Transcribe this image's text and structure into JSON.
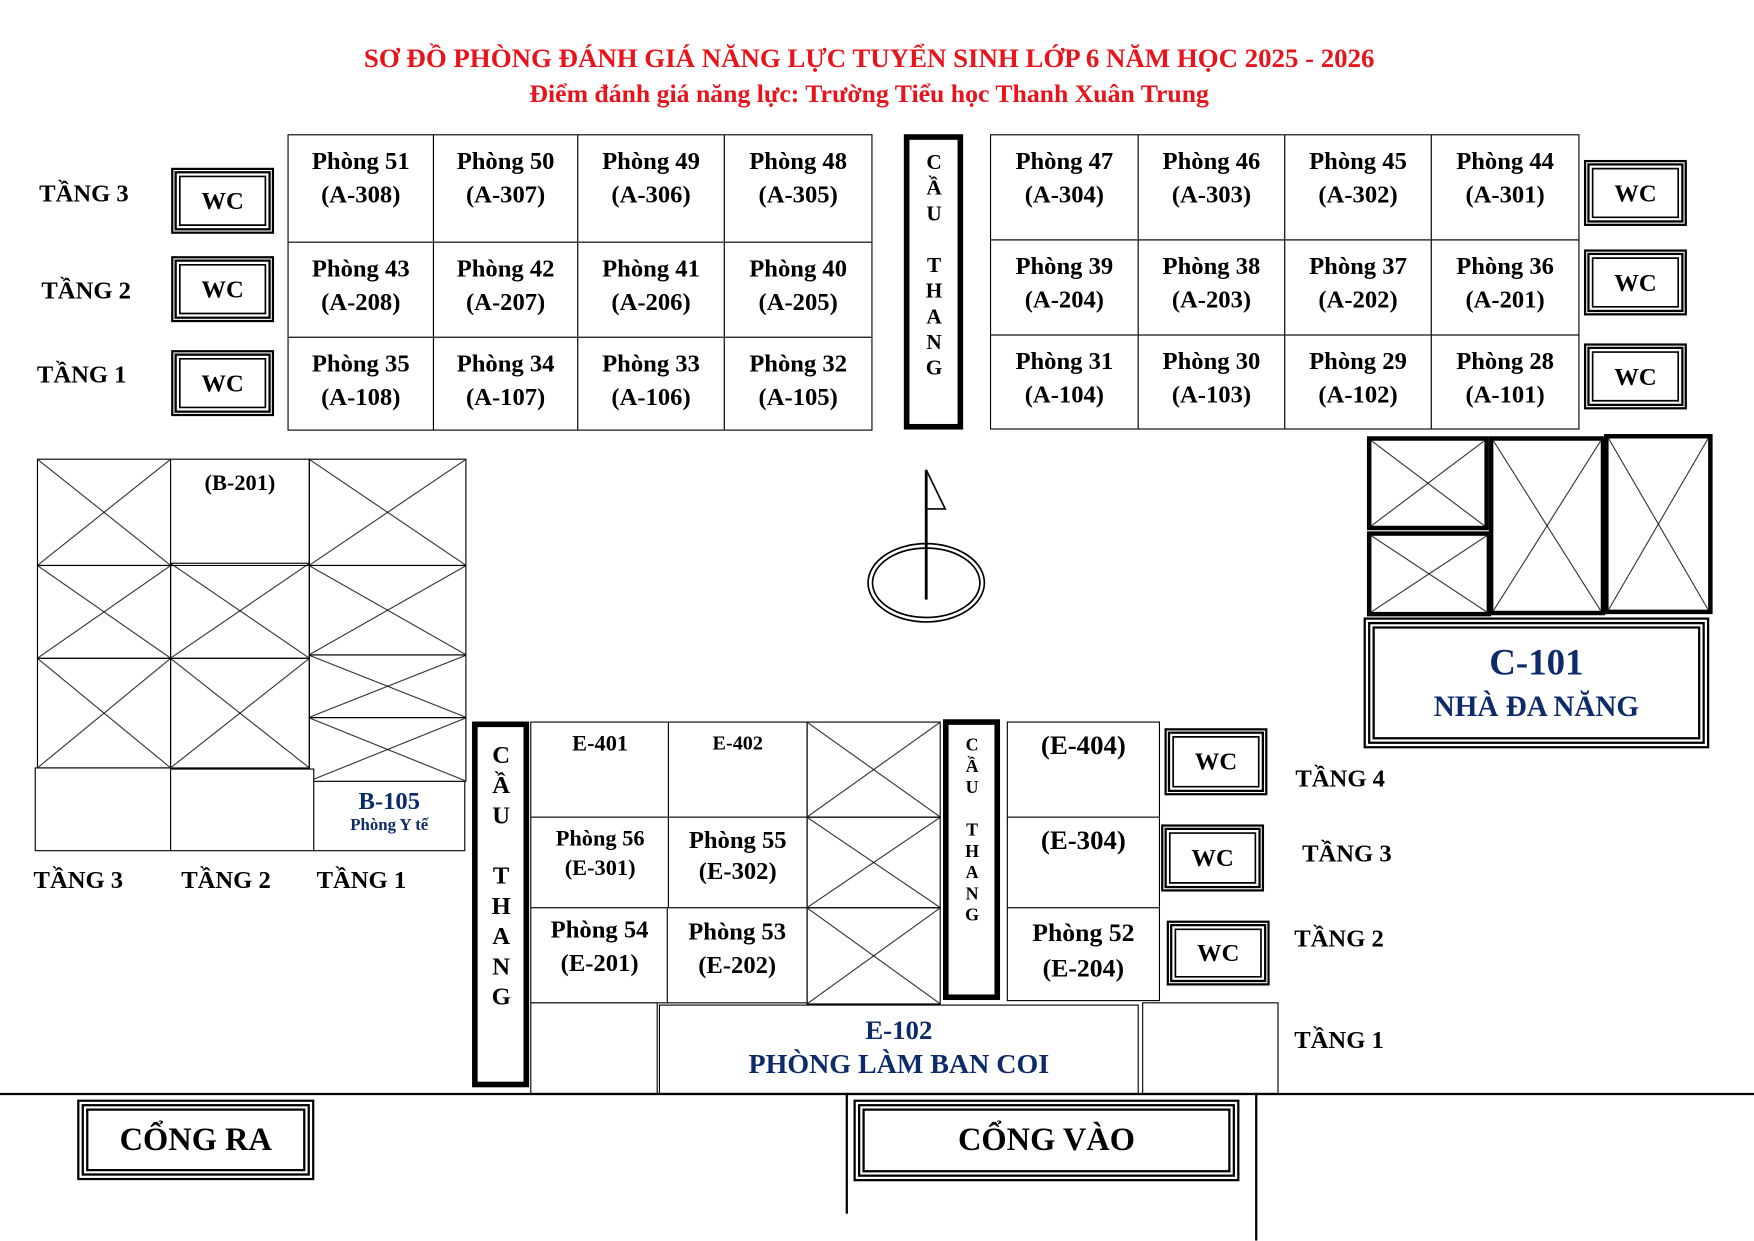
{
  "header": {
    "title": "SƠ ĐỒ PHÒNG ĐÁNH GIÁ NĂNG LỰC TUYỂN SINH LỚP 6 NĂM HỌC 2025 - 2026",
    "subtitle": "Điểm đánh giá năng lực: Trường Tiểu học Thanh Xuân Trung"
  },
  "colors": {
    "title": "#e8141c",
    "accent": "#0d2a6b"
  },
  "common": {
    "wc": "WC",
    "stair": "CẦU THANG"
  },
  "floors": {
    "f1": "TẦNG 1",
    "f2": "TẦNG 2",
    "f3": "TẦNG 3",
    "f4": "TẦNG 4"
  },
  "blockA": {
    "left": [
      [
        {
          "name": "Phòng 51",
          "code": "(A-308)"
        },
        {
          "name": "Phòng 50",
          "code": "(A-307)"
        },
        {
          "name": "Phòng 49",
          "code": "(A-306)"
        },
        {
          "name": "Phòng 48",
          "code": "(A-305)"
        }
      ],
      [
        {
          "name": "Phòng 43",
          "code": "(A-208)"
        },
        {
          "name": "Phòng 42",
          "code": "(A-207)"
        },
        {
          "name": "Phòng 41",
          "code": "(A-206)"
        },
        {
          "name": "Phòng 40",
          "code": "(A-205)"
        }
      ],
      [
        {
          "name": "Phòng 35",
          "code": "(A-108)"
        },
        {
          "name": "Phòng 34",
          "code": "(A-107)"
        },
        {
          "name": "Phòng 33",
          "code": "(A-106)"
        },
        {
          "name": "Phòng 32",
          "code": "(A-105)"
        }
      ]
    ],
    "right": [
      [
        {
          "name": "Phòng 47",
          "code": "(A-304)"
        },
        {
          "name": "Phòng 46",
          "code": "(A-303)"
        },
        {
          "name": "Phòng 45",
          "code": "(A-302)"
        },
        {
          "name": "Phòng 44",
          "code": "(A-301)"
        }
      ],
      [
        {
          "name": "Phòng 39",
          "code": "(A-204)"
        },
        {
          "name": "Phòng 38",
          "code": "(A-203)"
        },
        {
          "name": "Phòng 37",
          "code": "(A-202)"
        },
        {
          "name": "Phòng 36",
          "code": "(A-201)"
        }
      ],
      [
        {
          "name": "Phòng 31",
          "code": "(A-104)"
        },
        {
          "name": "Phòng 30",
          "code": "(A-103)"
        },
        {
          "name": "Phòng 29",
          "code": "(A-102)"
        },
        {
          "name": "Phòng 28",
          "code": "(A-101)"
        }
      ]
    ]
  },
  "blockB": {
    "b201": "(B-201)",
    "b105": "B-105",
    "b105_sub": "Phòng Y tế"
  },
  "blockC": {
    "code": "C-101",
    "name": "NHÀ ĐA NĂNG"
  },
  "blockE": {
    "e401": "E-401",
    "e402": "E-402",
    "e404": "(E-404)",
    "e304": "(E-304)",
    "r56": {
      "name": "Phòng 56",
      "code": "(E-301)"
    },
    "r55": {
      "name": "Phòng 55",
      "code": "(E-302)"
    },
    "r54": {
      "name": "Phòng 54",
      "code": "(E-201)"
    },
    "r53": {
      "name": "Phòng 53",
      "code": "(E-202)"
    },
    "r52": {
      "name": "Phòng 52",
      "code": "(E-204)"
    },
    "e102": "E-102",
    "e102_name": "PHÒNG LÀM BAN COI"
  },
  "gates": {
    "exit": "CỔNG RA",
    "entry": "CỔNG VÀO"
  }
}
